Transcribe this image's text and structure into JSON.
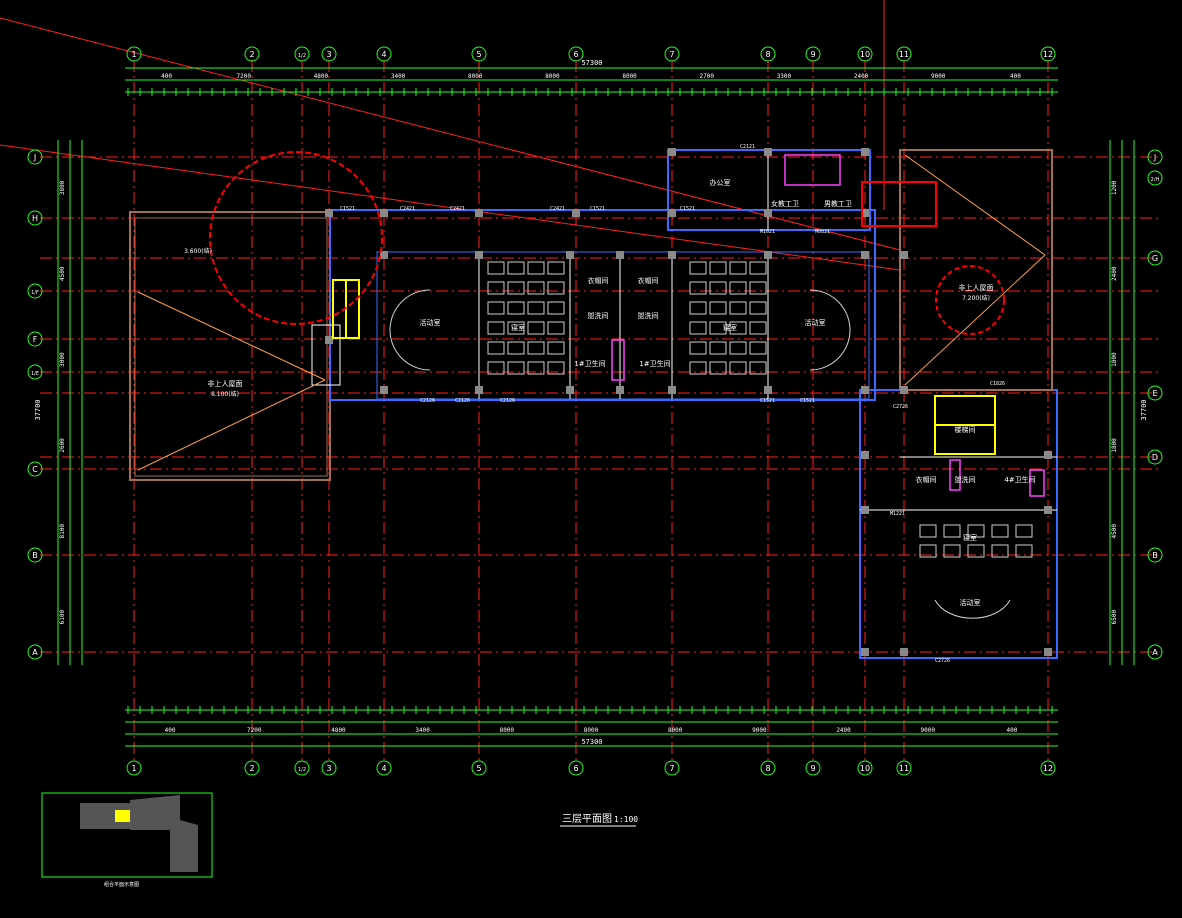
{
  "drawing": {
    "title": "三层平面图",
    "scale": "1:100",
    "key_plan_label": "组合平面示意图"
  },
  "axes": {
    "columns": [
      "1",
      "2",
      "1/2",
      "3",
      "4",
      "5",
      "6",
      "7",
      "8",
      "9",
      "10",
      "11",
      "12"
    ],
    "rows": [
      "J",
      "2/H",
      "H",
      "G",
      "1/F",
      "F",
      "1/E",
      "E",
      "D",
      "C",
      "B",
      "A"
    ],
    "left_rows": [
      "J",
      "H",
      "1/F",
      "F",
      "1/E",
      "C",
      "B",
      "A"
    ],
    "right_rows": [
      "J",
      "2/H",
      "G",
      "E",
      "D",
      "B",
      "A"
    ]
  },
  "dimensions": {
    "total_width": "57300",
    "total_height": "37700",
    "top_outer": [
      "400",
      "7200",
      "4800",
      "3400",
      "8000",
      "8000",
      "8000",
      "2700",
      "3300",
      "2400",
      "9000",
      "400"
    ],
    "bottom_outer": [
      "400",
      "7200",
      "4800",
      "3400",
      "8000",
      "8000",
      "8000",
      "9000",
      "2400",
      "9000",
      "400"
    ],
    "left_side": [
      "3800",
      "4500",
      "3000",
      "2600",
      "8100",
      "6100"
    ],
    "right_side": [
      "1200",
      "2400",
      "1800",
      "1800",
      "4500",
      "6500"
    ]
  },
  "rooms": {
    "office": "办公室",
    "female_wc": "女教工卫",
    "male_wc": "男教工卫",
    "roof_terrace_left": "非上人屋面",
    "roof_terrace_right": "非上人屋面",
    "activity_room_1": "活动室",
    "bedroom_1": "寝室",
    "cloak_1": "衣帽间",
    "wash_1": "盥洗间",
    "toilet_1": "1#卫生间",
    "toilet_2": "1#卫生间",
    "wash_2": "盥洗间",
    "cloak_2": "衣帽间",
    "bedroom_2": "寝室",
    "activity_room_2": "活动室",
    "cloak_3": "衣帽间",
    "wash_3": "盥洗间",
    "toilet_3": "4#卫生间",
    "bedroom_3": "寝室",
    "activity_room_3": "活动室",
    "stair_hall": "楼梯间",
    "elev_left": "3.600(结)",
    "elev_roof_left": "8.100(结)",
    "elev_roof_right": "7.200(结)"
  },
  "door_window_tags": [
    "C1521",
    "C2421",
    "C2421",
    "C2421",
    "C1521",
    "C1521",
    "C2121",
    "M1021",
    "M0821",
    "C2126",
    "C2126",
    "C2126",
    "C1521",
    "C1521",
    "C2726",
    "C2726",
    "M1221",
    "C1826"
  ],
  "colors": {
    "background": "#000000",
    "grid_line": "#ff2020",
    "axis_bubble": "#20ff20",
    "dimension": "#20ff20",
    "wall": "#3a6bff",
    "column": "#9a9a9a",
    "text": "#ffffff",
    "stair": "#ffff00",
    "fixture": "#ff40ff",
    "highlight": "#ff0000",
    "cloud": "#ff0000"
  }
}
